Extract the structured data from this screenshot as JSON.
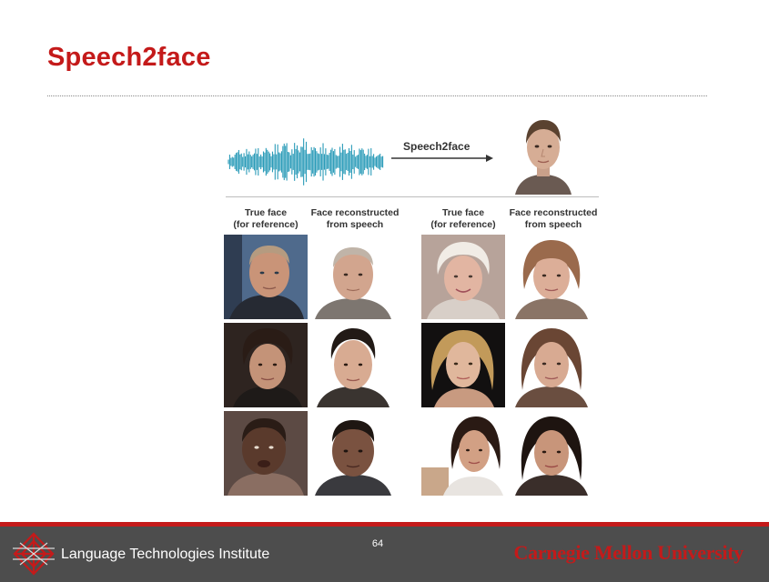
{
  "slide": {
    "title": "Speech2face",
    "page_number": "64"
  },
  "figure": {
    "pipeline_label": "Speech2face",
    "column_headers": [
      {
        "line1": "True face",
        "line2": "(for reference)"
      },
      {
        "line1": "Face reconstructed",
        "line2": "from speech"
      },
      {
        "line1": "True face",
        "line2": "(for reference)"
      },
      {
        "line1": "Face reconstructed",
        "line2": "from speech"
      }
    ],
    "waveform_color": "#2a9bb8"
  },
  "footer": {
    "institute_name": "Language Technologies Institute",
    "university_name": "Carnegie Mellon University",
    "accent_color": "#c41a1a",
    "background_color": "#4d4d4d"
  }
}
